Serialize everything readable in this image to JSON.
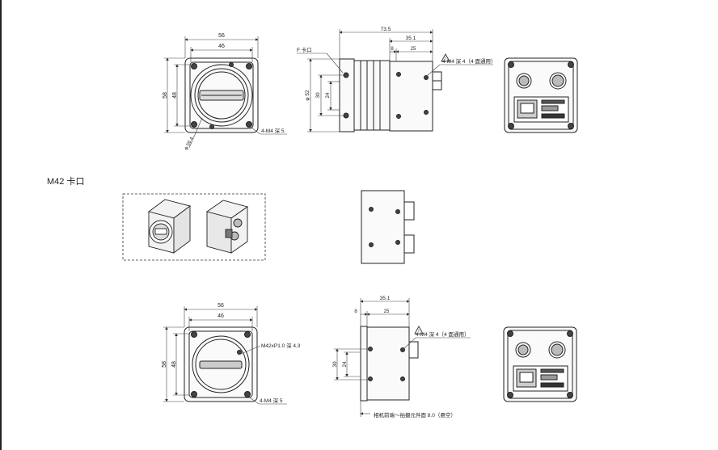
{
  "section_title": "M42 卡口",
  "labels": {
    "w56": "56",
    "w46": "46",
    "h58": "58",
    "h48": "48",
    "dia": "φ 56.4",
    "m4_depth5": "4-M4 深 5",
    "f_mount": "F 卡口",
    "len735": "73.5",
    "len351": "35.1",
    "len8": "8",
    "len25": "25",
    "m4_depth4": "4-M4 深 4（4 面通用）",
    "phi52": "φ 52",
    "h30": "30",
    "h24": "24",
    "m42_thread": "M42xP1.0 深 4.3",
    "flange_note": "相机前端～拍摄元件面 8.0（悬空）",
    "warning": "!"
  },
  "colors": {
    "line": "#222222",
    "dim": "#444444",
    "body_fill": "#f7f7f7"
  }
}
